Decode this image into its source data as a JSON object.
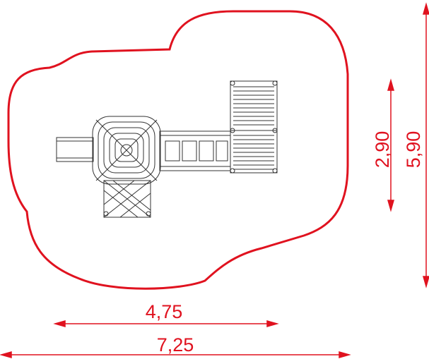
{
  "drawing": {
    "colors": {
      "safety_zone": "#e0121f",
      "dimension": "#e0121f",
      "equipment": "#333333",
      "background": "#ffffff"
    },
    "dimensions": {
      "structure_width": "4,75",
      "overall_width": "7,25",
      "structure_depth": "2,90",
      "overall_depth": "5,90"
    }
  }
}
